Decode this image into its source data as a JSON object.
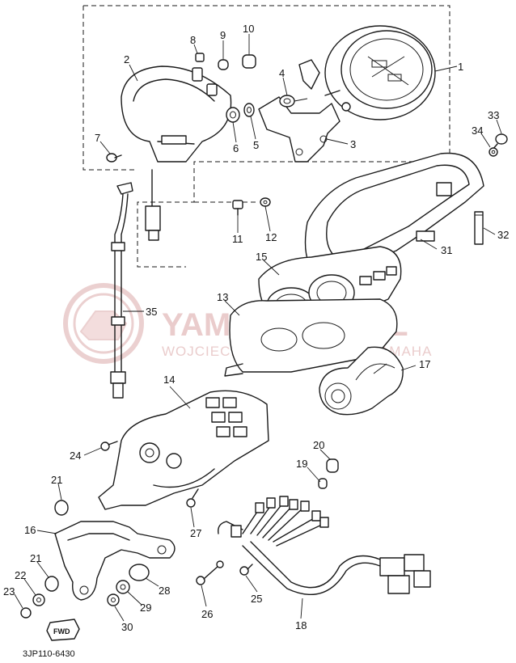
{
  "watermark": {
    "title": "YAMASKLEP.PL",
    "subtitle": "WOJCIECHOWSKI - DEALER YAMAHA"
  },
  "drawing_code": "3JP110-6430",
  "direction_marker": "FWD",
  "part_labels": [
    "1",
    "2",
    "3",
    "4",
    "5",
    "6",
    "7",
    "8",
    "9",
    "10",
    "11",
    "12",
    "13",
    "14",
    "15",
    "16",
    "17",
    "18",
    "19",
    "20",
    "21",
    "21",
    "22",
    "23",
    "24",
    "25",
    "26",
    "27",
    "28",
    "29",
    "30",
    "31",
    "32",
    "33",
    "34",
    "35"
  ]
}
